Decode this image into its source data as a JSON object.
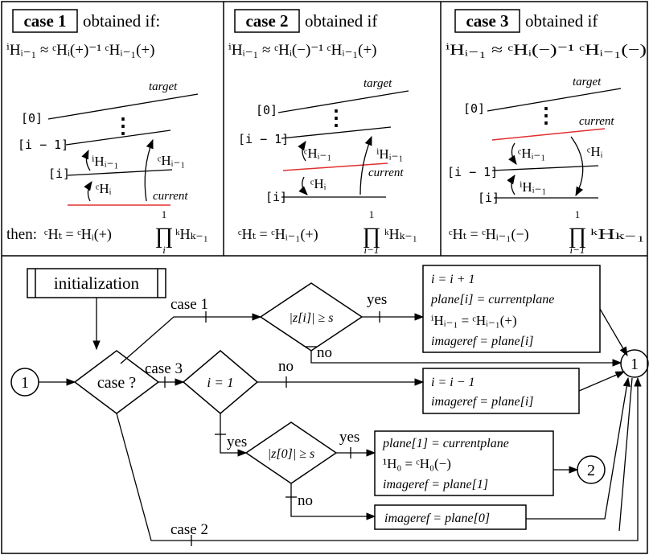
{
  "cases": [
    {
      "badge": "case 1",
      "header_text": "obtained if:",
      "approx": "ⁱHᵢ₋₁ ≈ ᶜHᵢ(+)⁻¹ ᶜHᵢ₋₁(+)",
      "labels": {
        "target": "target",
        "current": "current",
        "level_0": "[0]",
        "level_im1": "[i − 1]",
        "level_i": "[i]",
        "dots": "⋮",
        "arrow_a": "ⁱHᵢ₋₁",
        "arrow_b": "ᶜHᵢ₋₁",
        "arrow_c": "ᶜHᵢ"
      },
      "then_prefix": "then:",
      "result": "ᶜHₜ = ᶜHᵢ(+)",
      "prod_upper": "1",
      "prod_lower": "i",
      "prod_term": "ᵏHₖ₋₁"
    },
    {
      "badge": "case 2",
      "header_text": "obtained if",
      "approx": "ⁱHᵢ₋₁ ≈ ᶜHᵢ(−)⁻¹ ᶜHᵢ₋₁(+)",
      "labels": {
        "target": "target",
        "current": "current",
        "level_0": "[0]",
        "level_im1": "[i − 1]",
        "level_i": "[i]",
        "dots": "⋮",
        "arrow_a": "ᶜHᵢ₋₁",
        "arrow_b": "ⁱHᵢ₋₁",
        "arrow_c": "ᶜHᵢ"
      },
      "result": "ᶜHₜ = ᶜHᵢ₋₁(+)",
      "prod_upper": "1",
      "prod_lower": "i−1",
      "prod_term": "ᵏHₖ₋₁"
    },
    {
      "badge": "case 3",
      "header_text": "obtained if",
      "approx": "ⁱHᵢ₋₁ ≈ ᶜHᵢ(−)⁻¹ ᶜHᵢ₋₁(−)",
      "labels": {
        "target": "target",
        "current": "current",
        "level_0": "[0]",
        "level_im1": "[i − 1]",
        "level_i": "[i]",
        "dots": "⋮",
        "arrow_a": "ᶜHᵢ₋₁",
        "arrow_b": "ᶜHᵢ",
        "arrow_c": "ⁱHᵢ₋₁"
      },
      "result": "ᶜHₜ = ᶜHᵢ₋₁(−)",
      "prod_upper": "1",
      "prod_lower": "i−1",
      "prod_term": "ᵏHₖ₋₁"
    }
  ],
  "flow": {
    "init": "initialization",
    "start": "1",
    "end": "1",
    "goto2": "2",
    "case_q": "case ?",
    "branch_case1": "case 1",
    "branch_case2": "case 2",
    "branch_case3": "case 3",
    "cond_zi": "|z[i]| ≥ s",
    "cond_i1": "i = 1",
    "cond_z0": "|z[0]| ≥ s",
    "yes": "yes",
    "no": "no",
    "box1": [
      "i = i + 1",
      "plane[i] = currentplane",
      "ⁱHᵢ₋₁ = ᶜHᵢ₋₁(+)",
      "imageref = plane[i]"
    ],
    "box2": [
      "i = i − 1",
      "imageref = plane[i]"
    ],
    "box3": [
      "plane[1] = currentplane",
      "¹H₀ = ᶜH₀(−)",
      "imageref = plane[1]"
    ],
    "box4": [
      "imageref = plane[0]"
    ]
  }
}
